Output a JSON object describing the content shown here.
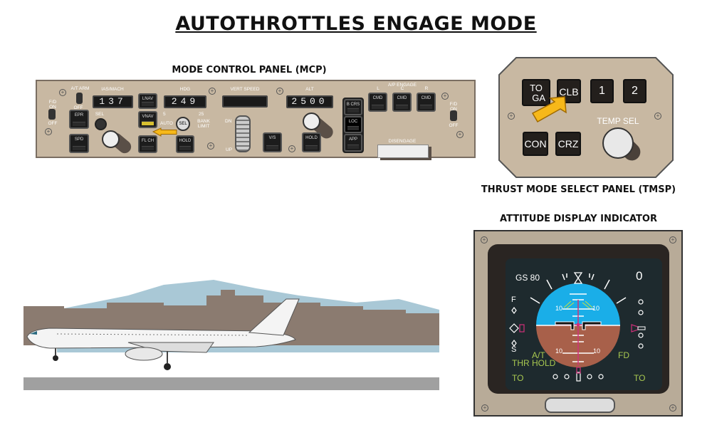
{
  "title": "AUTOTHROTTLES ENGAGE MODE",
  "mcp": {
    "label": "MODE CONTROL PANEL (MCP)",
    "at_arm": "A/T ARM",
    "at_off": "OFF",
    "fd_on": "F/D ON",
    "fd_off": "OFF",
    "ias_label": "IAS/MACH",
    "ias_value": "137",
    "epr": "EPR",
    "spd": "SPD",
    "sel": "SEL",
    "lnav": "LNAV",
    "vnav": "VNAV",
    "flch": "FL CH",
    "hdg_label": "HDG",
    "hdg_value": "249",
    "hdg_sel": "SEL",
    "bank_5": "5",
    "bank_25": "25",
    "auto": "AUTO",
    "bank_limit": "BANK LIMIT",
    "hdg_hold": "HOLD",
    "vs_label": "VERT SPEED",
    "dn": "DN",
    "up": "UP",
    "vs_button": "V/S",
    "alt_label": "ALT",
    "alt_value": "2500",
    "alt_hold": "HOLD",
    "bcrs": "B CRS",
    "loc": "LOC",
    "app": "APP",
    "ap_engage": "A/P ENGAGE",
    "ap_l": "L",
    "ap_c": "C",
    "ap_r": "R",
    "cmd": "CMD",
    "disengage": "DISENGAGE"
  },
  "tmsp": {
    "label": "THRUST MODE SELECT PANEL (TMSP)",
    "toga_top": "TO",
    "toga_bottom": "GA",
    "clb": "CLB",
    "one": "1",
    "two": "2",
    "con": "CON",
    "crz": "CRZ",
    "temp_sel": "TEMP SEL"
  },
  "adi": {
    "label": "ATTITUDE DISPLAY INDICATOR",
    "gs": "GS 80",
    "rad_alt": "0",
    "fast": "F",
    "slow": "S",
    "pitch_10": "10",
    "at_mode": "A/T",
    "thr_mode": "THR HOLD",
    "fd": "FD",
    "to_left": "TO",
    "to_right": "TO",
    "colors": {
      "sky": "#1aaee8",
      "ground": "#a8604a",
      "mode": "#a8c850",
      "pointer": "#d0307a"
    }
  }
}
